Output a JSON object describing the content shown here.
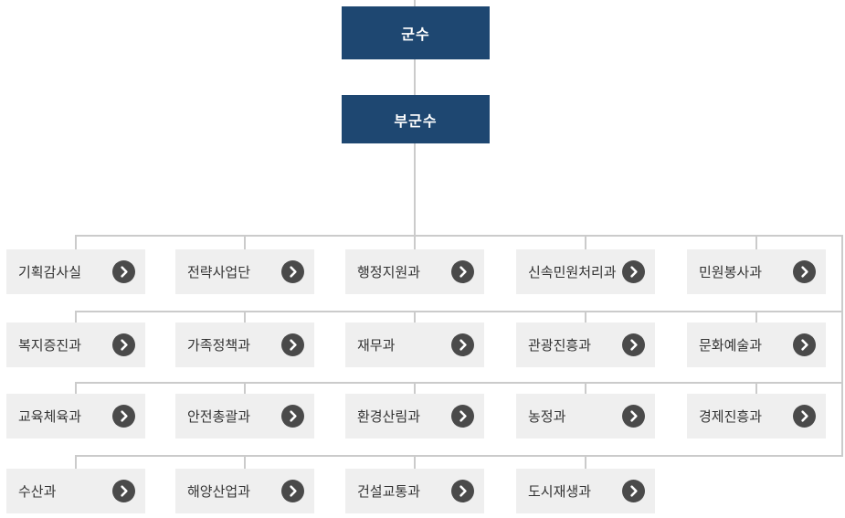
{
  "org_chart": {
    "root": {
      "label": "군수"
    },
    "deputy": {
      "label": "부군수"
    },
    "rows": [
      {
        "departments": [
          {
            "label": "기획감사실"
          },
          {
            "label": "전략사업단"
          },
          {
            "label": "행정지원과"
          },
          {
            "label": "신속민원처리과"
          },
          {
            "label": "민원봉사과"
          }
        ]
      },
      {
        "departments": [
          {
            "label": "복지증진과"
          },
          {
            "label": "가족정책과"
          },
          {
            "label": "재무과"
          },
          {
            "label": "관광진흥과"
          },
          {
            "label": "문화예술과"
          }
        ]
      },
      {
        "departments": [
          {
            "label": "교육체육과"
          },
          {
            "label": "안전총괄과"
          },
          {
            "label": "환경산림과"
          },
          {
            "label": "농정과"
          },
          {
            "label": "경제진흥과"
          }
        ]
      },
      {
        "departments": [
          {
            "label": "수산과"
          },
          {
            "label": "해양산업과"
          },
          {
            "label": "건설교통과"
          },
          {
            "label": "도시재생과"
          }
        ]
      }
    ],
    "icons": {
      "department_arrow": "chevron-right-icon"
    },
    "colors": {
      "executive_box": "#1e4771",
      "executive_text": "#ffffff",
      "department_box": "#efefef",
      "department_text": "#333333",
      "connector_line": "#cbcbcb",
      "arrow_circle": "#4a4a4a",
      "arrow_chevron": "#ffffff"
    }
  }
}
